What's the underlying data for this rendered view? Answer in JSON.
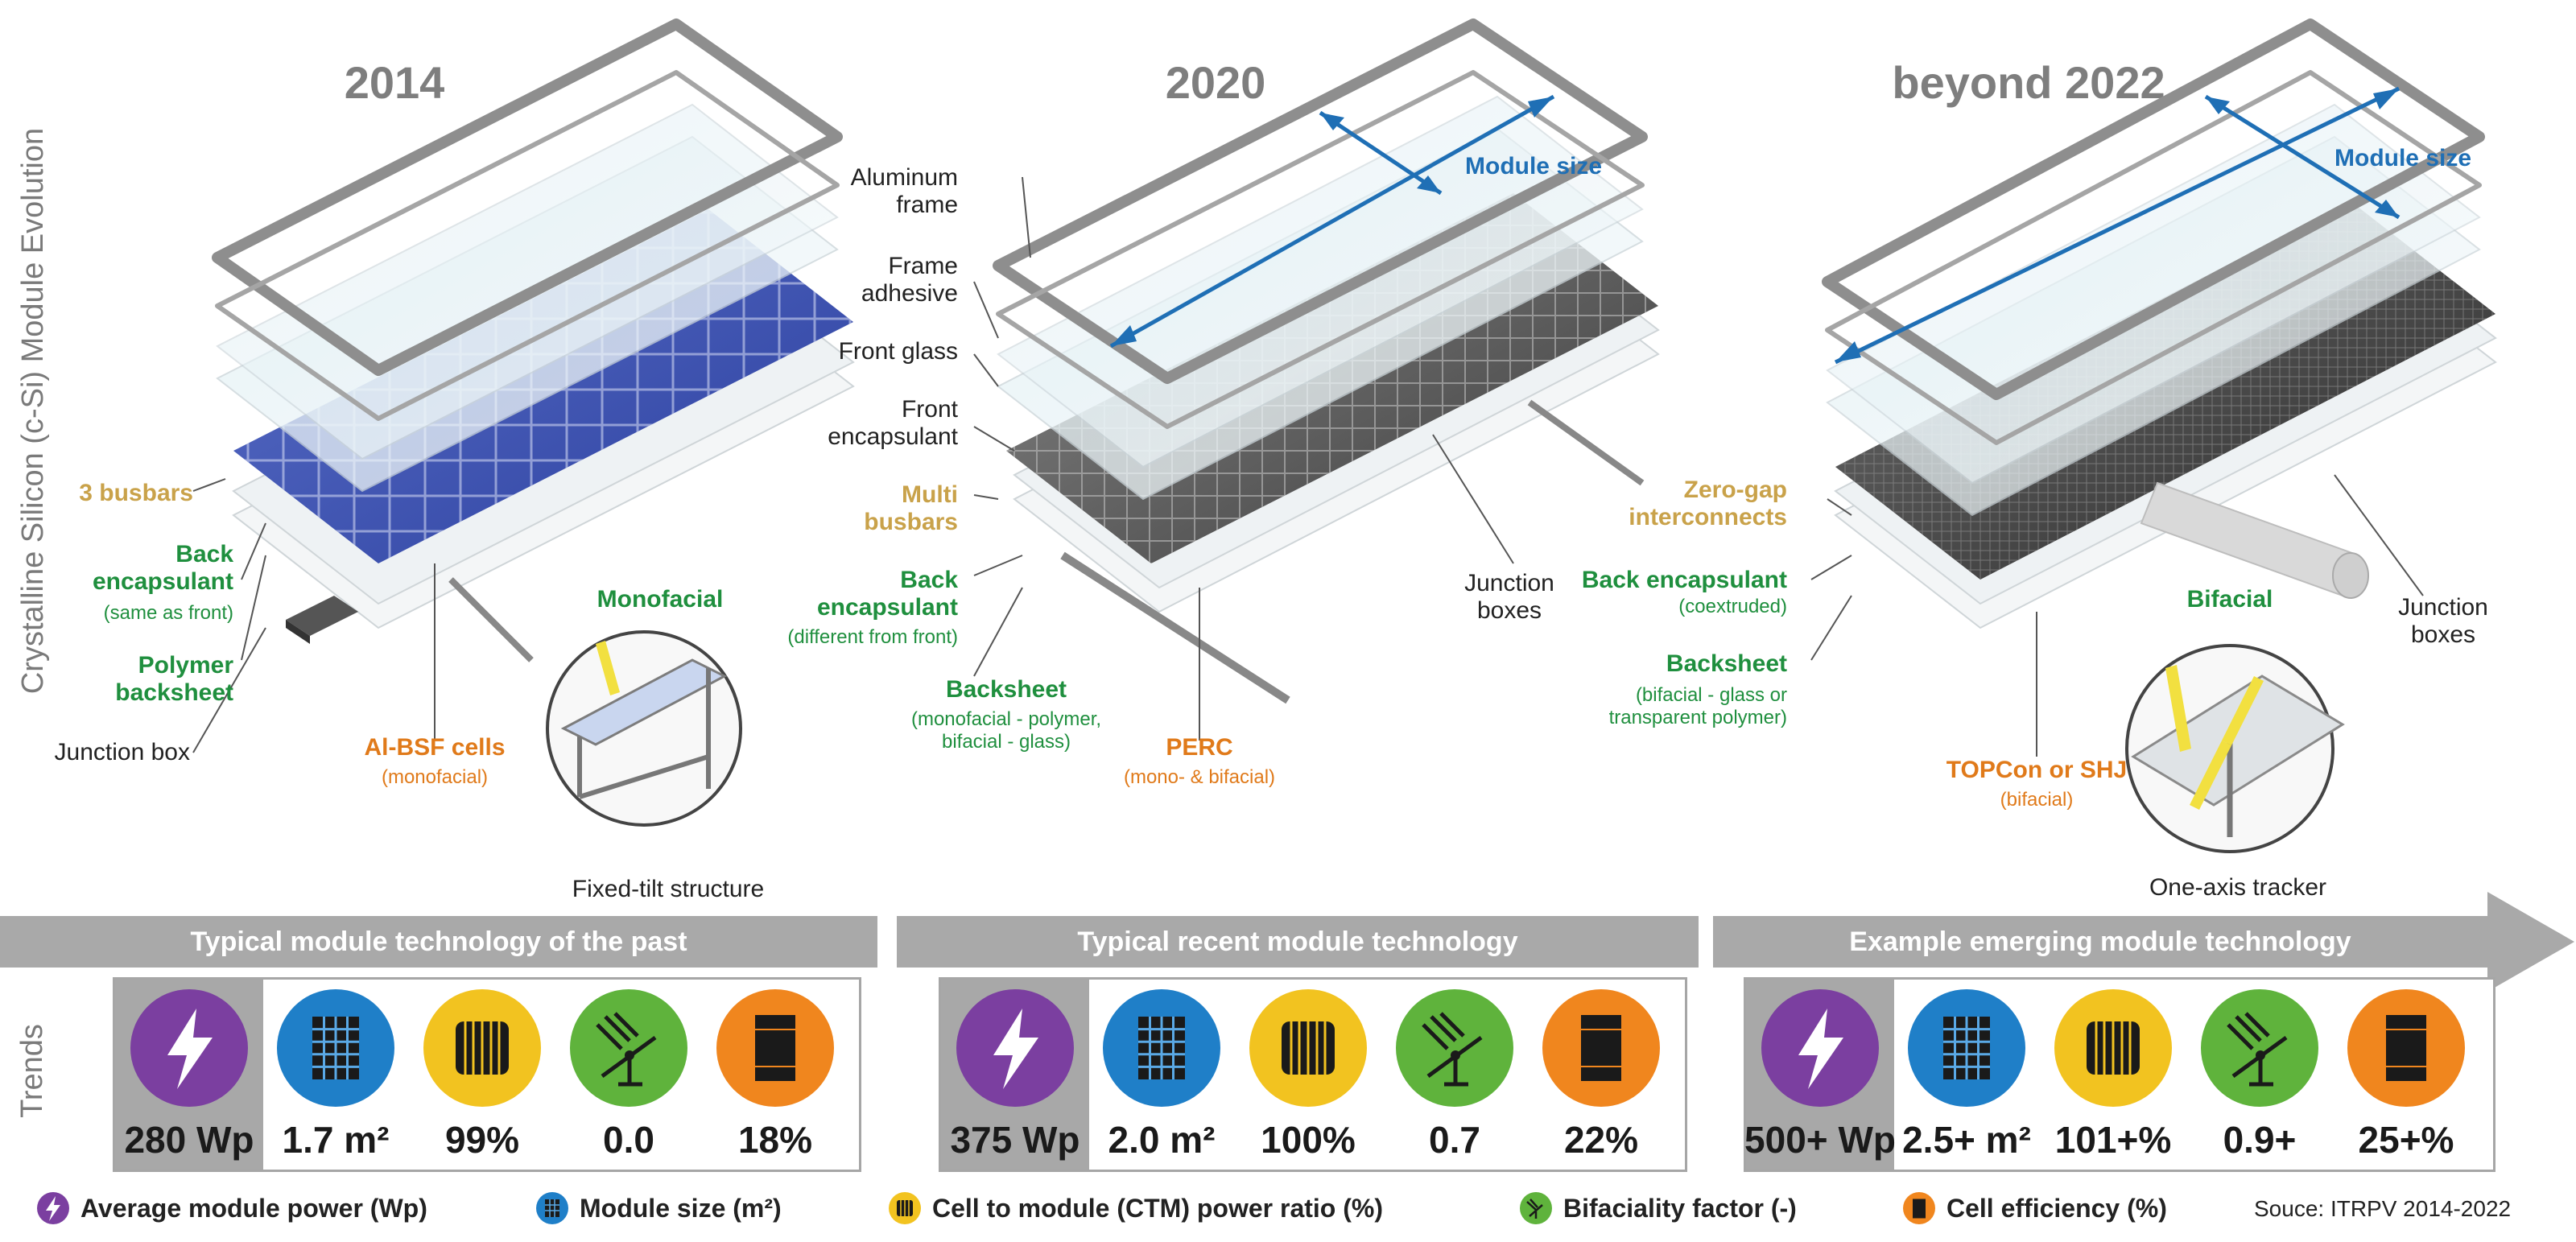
{
  "vertical_title": "Crystalline Silicon (c-Si) Module Evolution",
  "trends_label": "Trends",
  "years": [
    "2014",
    "2020",
    "beyond 2022"
  ],
  "module_size_label": "Module size",
  "labels_2014": {
    "busbars": "3 busbars",
    "back_encapsulant": "Back encapsulant",
    "back_encapsulant_sub": "(same as front)",
    "backsheet": "Polymer backsheet",
    "junction_box": "Junction box",
    "cells": "Al-BSF cells",
    "cells_sub": "(monofacial)",
    "mount_type": "Monofacial",
    "structure": "Fixed-tilt structure"
  },
  "labels_2020": {
    "frame": "Aluminum frame",
    "frame_adhesive": "Frame adhesive",
    "front_glass": "Front glass",
    "front_encapsulant": "Front encapsulant",
    "busbars": "Multi busbars",
    "back_encapsulant": "Back encapsulant",
    "back_encapsulant_sub": "(different from front)",
    "backsheet": "Backsheet",
    "backsheet_sub": "(monofacial - polymer, bifacial - glass)",
    "cells": "PERC",
    "cells_sub": "(mono- & bifacial)",
    "junction": "Junction boxes"
  },
  "labels_2022": {
    "interconnects": "Zero-gap interconnects",
    "back_encapsulant": "Back encapsulant",
    "back_encapsulant_sub": "(coextruded)",
    "backsheet": "Backsheet",
    "backsheet_sub": "(bifacial - glass or transparent polymer)",
    "cells": "TOPCon or SHJ",
    "cells_sub": "(bifacial)",
    "mount_type": "Bifacial",
    "junction": "Junction boxes",
    "structure": "One-axis tracker"
  },
  "banners": [
    "Typical module technology of the past",
    "Typical recent module technology",
    "Example emerging module technology"
  ],
  "panels": [
    {
      "power": "280 Wp",
      "size": "1.7 m²",
      "ctm": "99%",
      "bifaciality": "0.0",
      "efficiency": "18%"
    },
    {
      "power": "375 Wp",
      "size": "2.0 m²",
      "ctm": "100%",
      "bifaciality": "0.7",
      "efficiency": "22%"
    },
    {
      "power": "500+ Wp",
      "size": "2.5+ m²",
      "ctm": "101+%",
      "bifaciality": "0.9+",
      "efficiency": "25+%"
    }
  ],
  "legend": [
    {
      "icon": "lightning-icon",
      "label": "Average module power (Wp)"
    },
    {
      "icon": "module-grid-icon",
      "label": "Module size (m²)"
    },
    {
      "icon": "cell-icon",
      "label": "Cell to module (CTM) power ratio (%)"
    },
    {
      "icon": "bifacial-icon",
      "label": "Bifaciality factor (-)"
    },
    {
      "icon": "cell-efficiency-icon",
      "label": "Cell efficiency (%)"
    }
  ],
  "source": "Souce: ITRPV 2014-2022",
  "colors": {
    "power": "#7b3fa0",
    "size": "#1f7fc8",
    "ctm": "#f2c320",
    "bifaciality": "#5fb33c",
    "efficiency": "#f0861e",
    "banner": "#a9a9a9",
    "callout_gold": "#c9a24a",
    "callout_green": "#1f8f3e",
    "callout_orange": "#e07a1a",
    "arrow_blue": "#1f6fb5"
  }
}
